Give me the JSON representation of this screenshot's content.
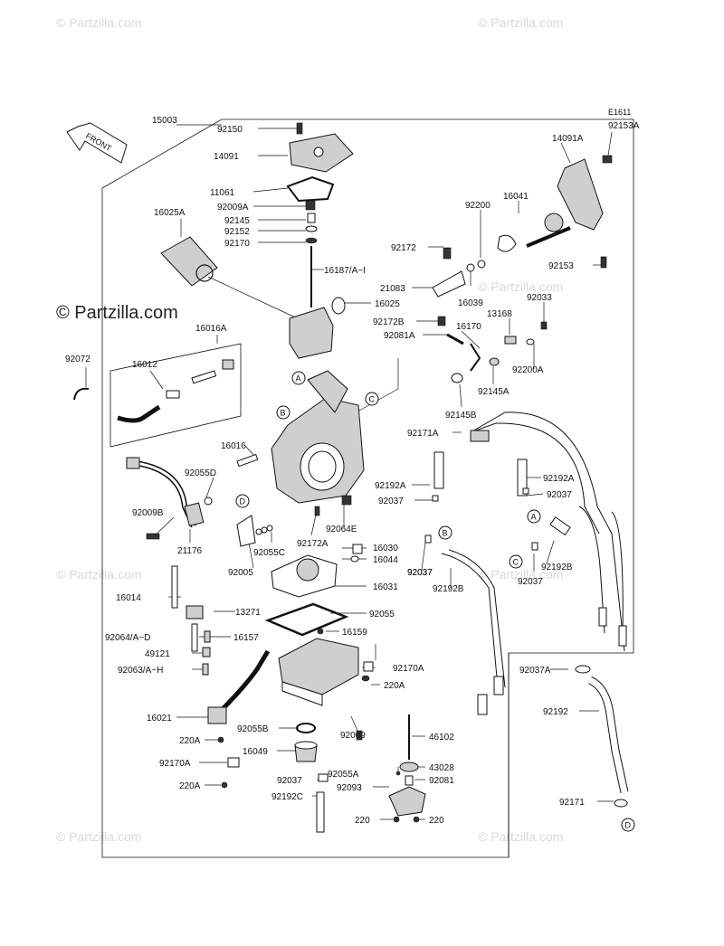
{
  "watermark": "© Partzilla.com",
  "diagram_code": "E1611",
  "front_label": "FRONT",
  "callouts": [
    "A",
    "B",
    "C",
    "D"
  ],
  "labels": {
    "p15003": "15003",
    "p92150": "92150",
    "p14091": "14091",
    "p11061": "11061",
    "p92009A": "92009A",
    "p92145": "92145",
    "p92152": "92152",
    "p92170": "92170",
    "p16187": "16187/A~I",
    "p16025": "16025",
    "p16025A": "16025A",
    "p16016A": "16016A",
    "p92072": "92072",
    "p16012": "16012",
    "p16016": "16016",
    "p92055D": "92055D",
    "p92009B": "92009B",
    "p21176": "21176",
    "p92055C": "92055C",
    "p92005": "92005",
    "p92172A": "92172A",
    "p16030": "16030",
    "p16044": "16044",
    "p16031": "16031",
    "p92064E": "92064E",
    "p92037a": "92037",
    "p92037b": "92037",
    "p16014": "16014",
    "p13271": "13271",
    "p92064": "92064/A~D",
    "p16157": "16157",
    "p49121": "49121",
    "p92063": "92063/A~H",
    "p92055": "92055",
    "p16159": "16159",
    "p92170A": "92170A",
    "p220Aa": "220A",
    "p16021": "16021",
    "p220Ab": "220A",
    "p92055B": "92055B",
    "p92009": "92009",
    "p16049": "16049",
    "p92170Ab": "92170A",
    "p220Ac": "220A",
    "p92037c": "92037",
    "p92192C": "92192C",
    "p46102": "46102",
    "p92055A": "92055A",
    "p43028": "43028",
    "p92093": "92093",
    "p92081": "92081",
    "p220a": "220",
    "p220b": "220",
    "p92153A": "92153A",
    "p14091A": "14091A",
    "p16041": "16041",
    "p92200": "92200",
    "p92172": "92172",
    "p21083": "21083",
    "p16039": "16039",
    "p92153": "92153",
    "p92033": "92033",
    "p13168": "13168",
    "p92172B": "92172B",
    "p16170": "16170",
    "p92081A": "92081A",
    "p92200A": "92200A",
    "p92145A": "92145A",
    "p92145B": "92145B",
    "p92171A": "92171A",
    "p92192Aa": "92192A",
    "p92192Ab": "92192A",
    "p92037d": "92037",
    "p92037e": "92037",
    "p92192B": "92192B",
    "p92037f": "92037",
    "p92192Bb": "92192B",
    "p92037A": "92037A",
    "p92192": "92192",
    "p92171": "92171"
  }
}
